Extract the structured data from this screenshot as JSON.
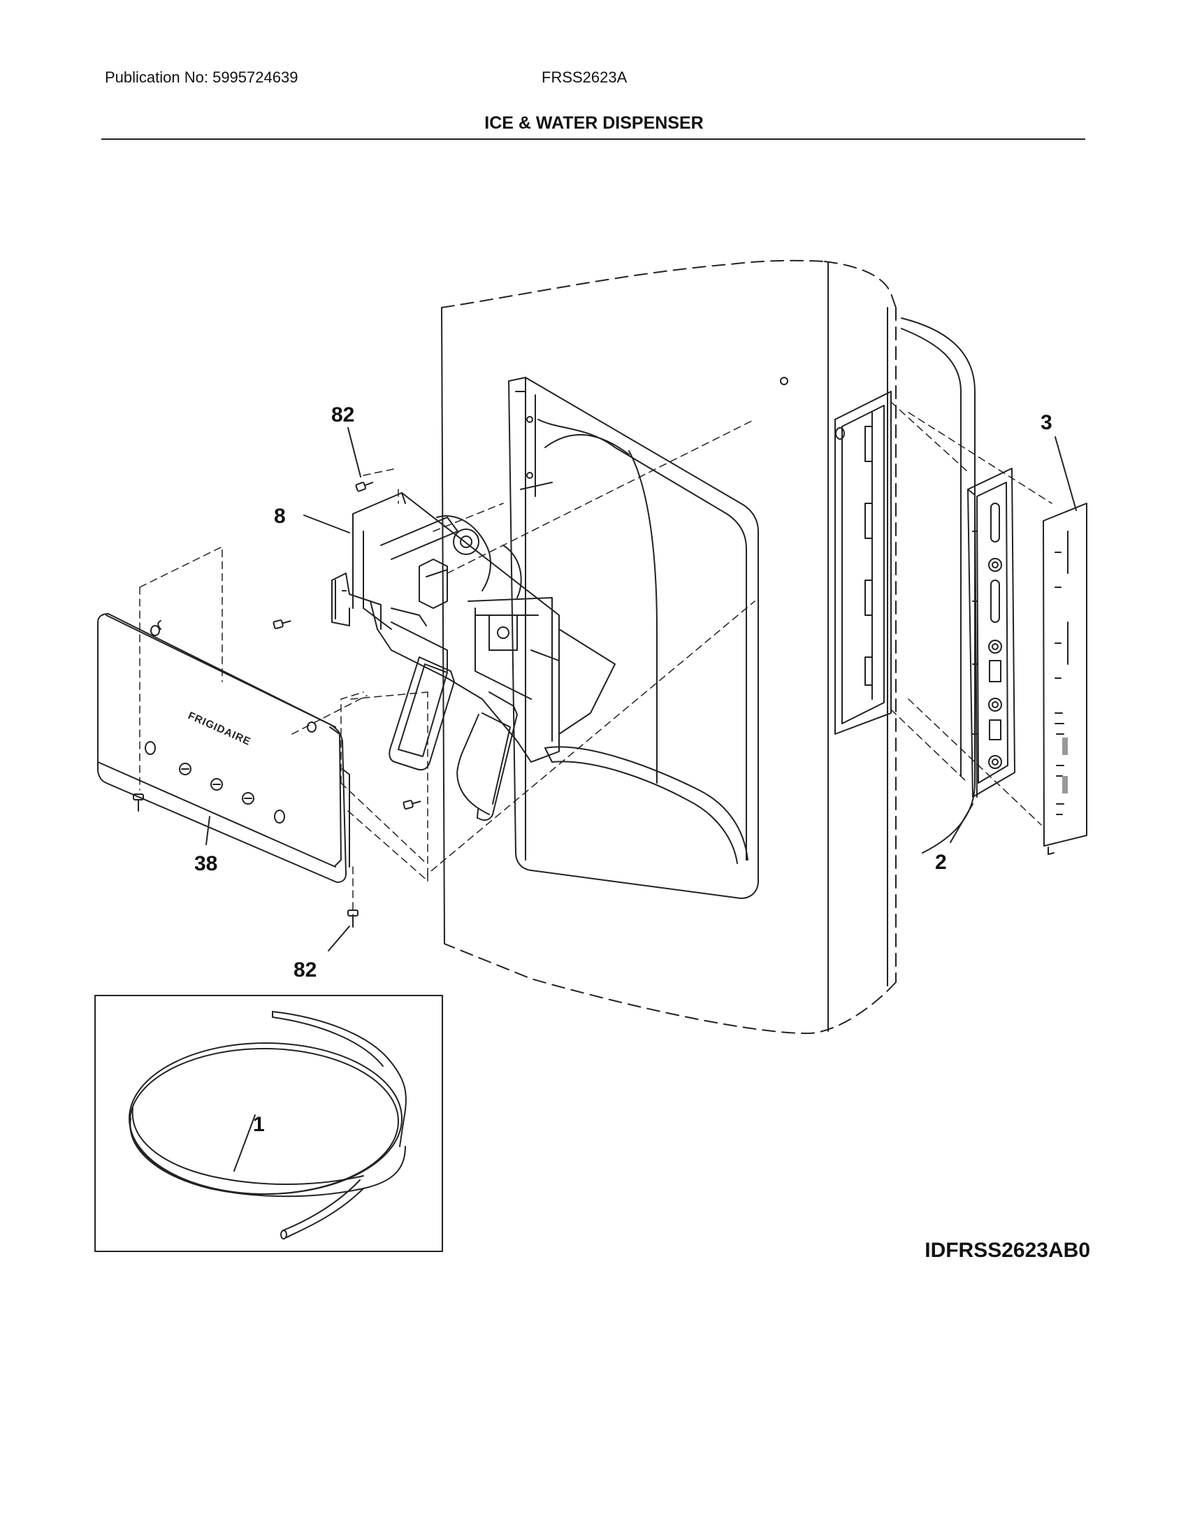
{
  "header": {
    "publication": "Publication No: 5995724639",
    "model": "FRSS2623A",
    "title": "ICE & WATER DISPENSER"
  },
  "callouts": {
    "screw_top": "82",
    "bracket": "8",
    "cover": "38",
    "screw_bottom": "82",
    "control_board": "2",
    "overlay": "3",
    "tubing": "1"
  },
  "cover_brand": "FRIGIDAIRE",
  "diagram_id": "IDFRSS2623AB0"
}
